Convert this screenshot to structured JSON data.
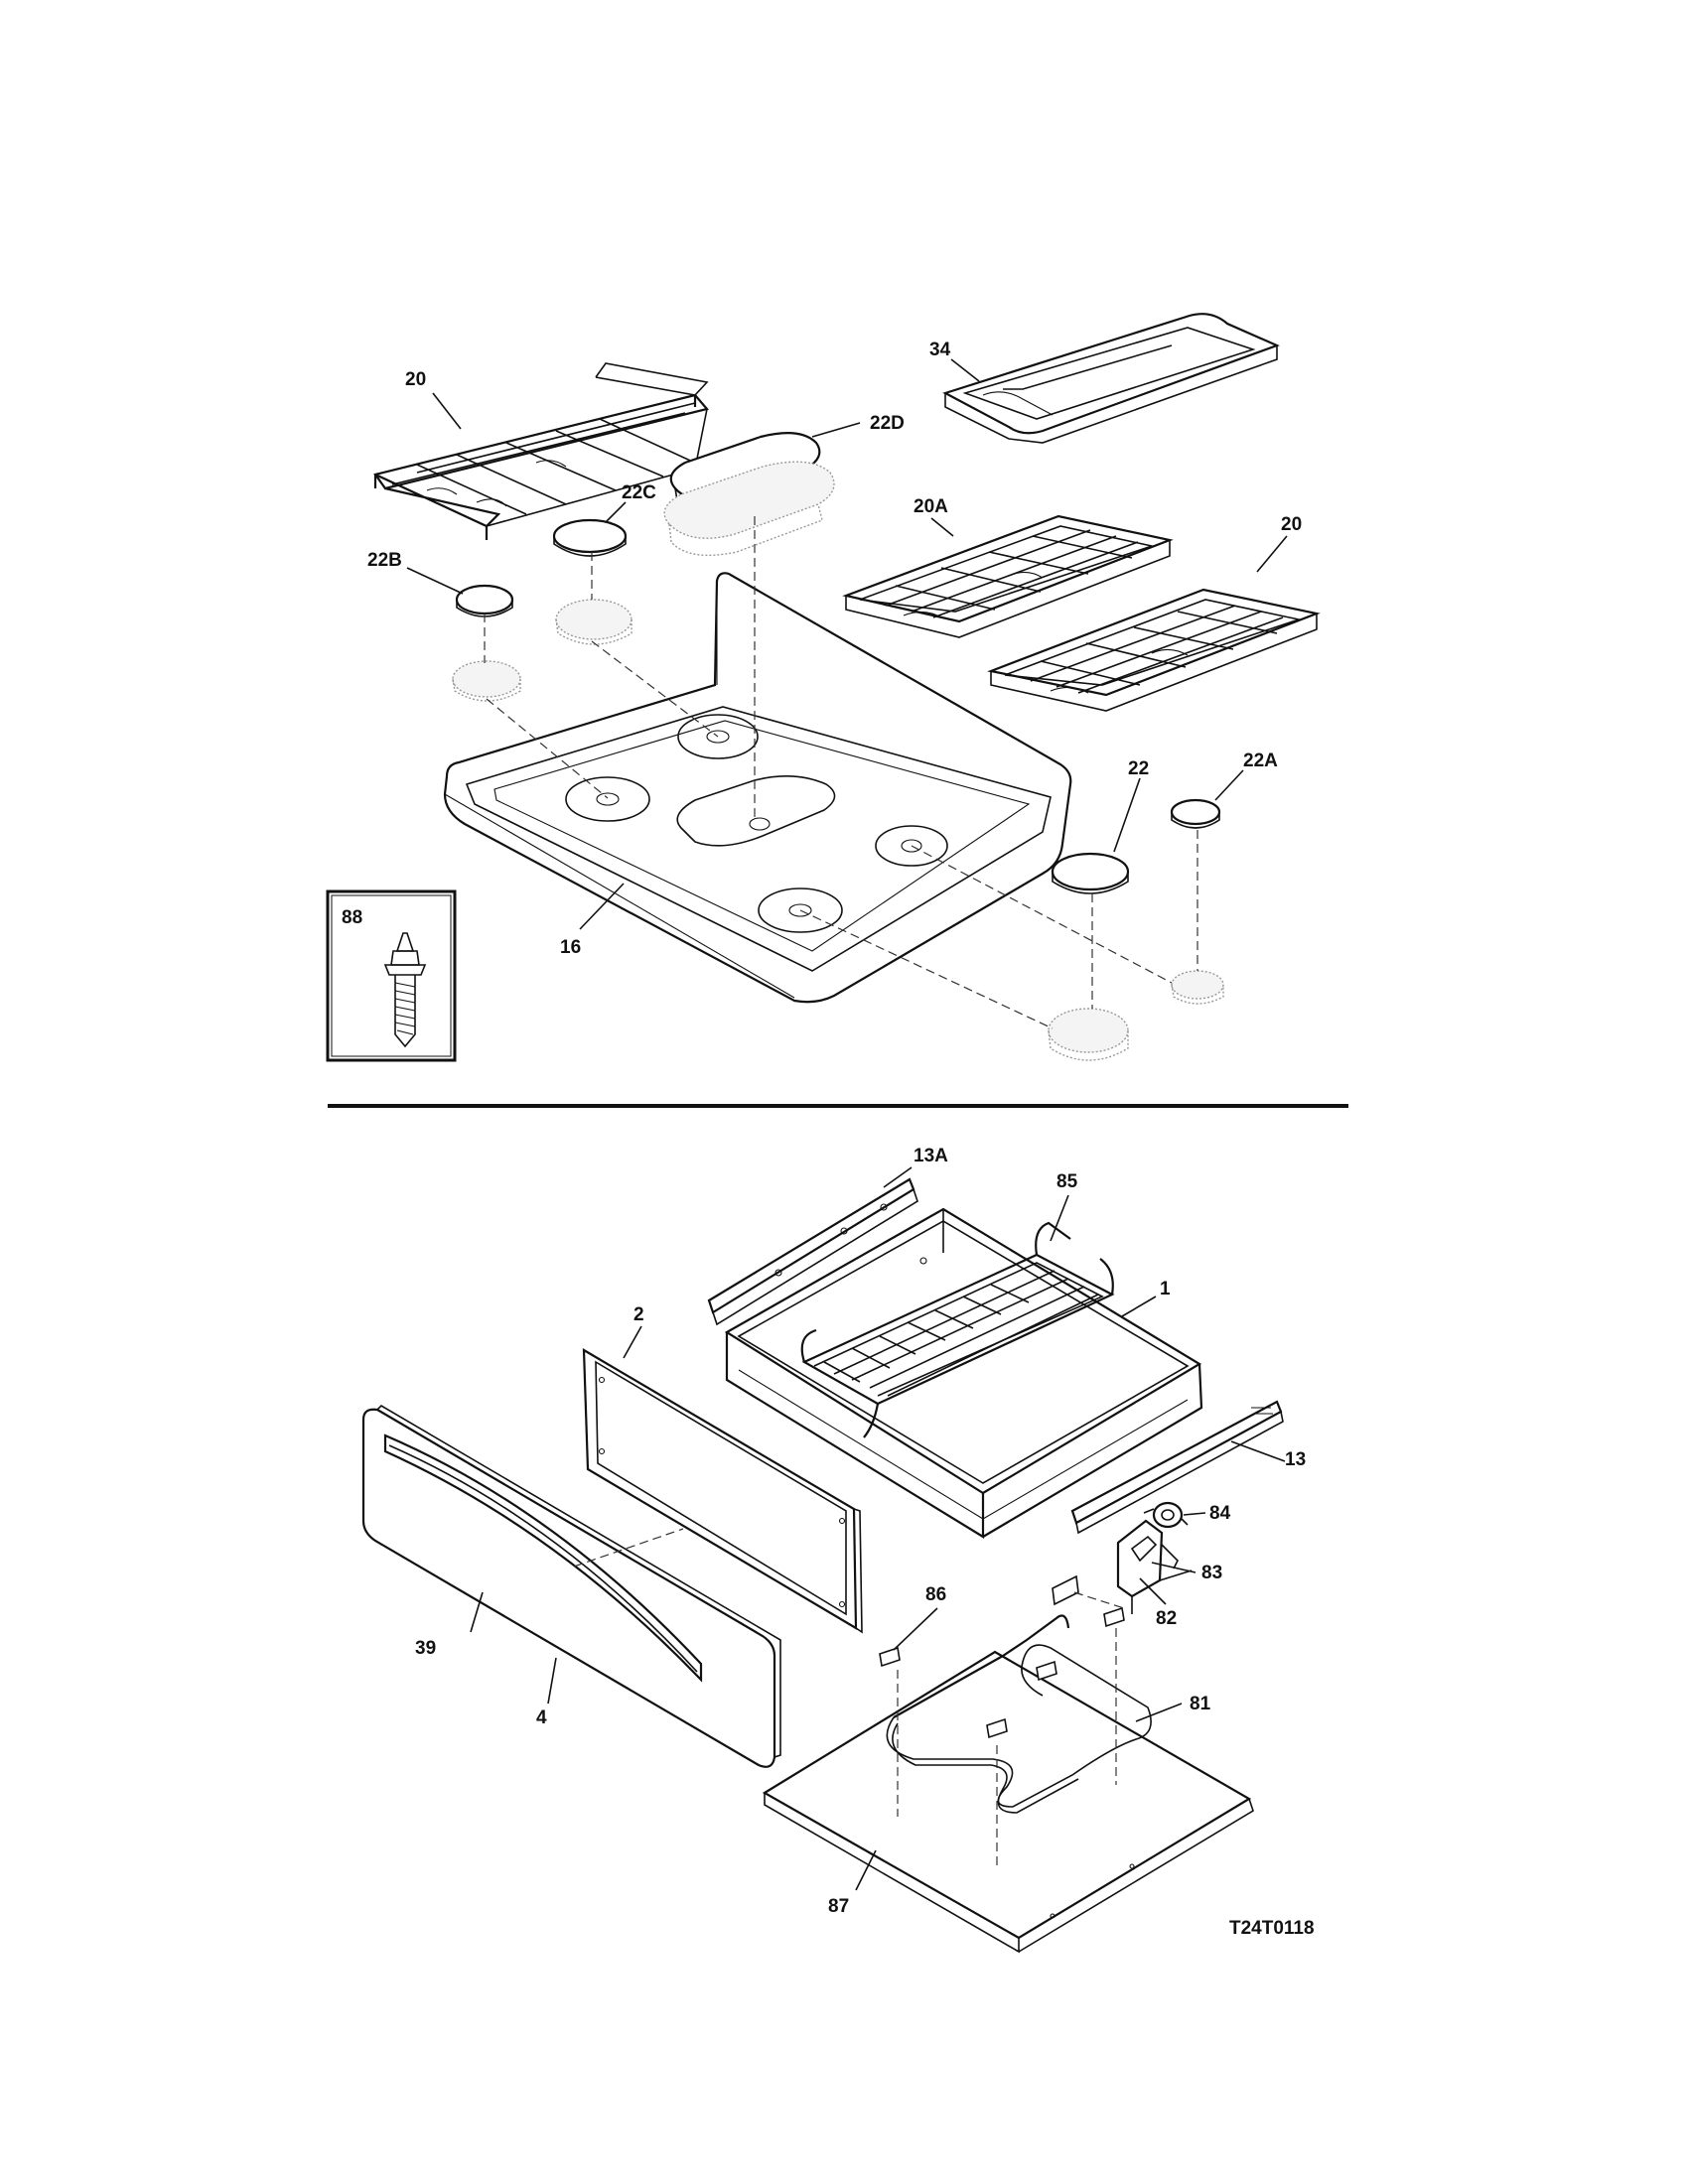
{
  "diagram_code": "T24T0118",
  "callouts": {
    "c20_left": "20",
    "c22d": "22D",
    "c22c": "22C",
    "c22b": "22B",
    "c34": "34",
    "c20a": "20A",
    "c20_right": "20",
    "c22": "22",
    "c22a": "22A",
    "c16": "16",
    "c88": "88",
    "c13a": "13A",
    "c85": "85",
    "c1": "1",
    "c2": "2",
    "c13": "13",
    "c84": "84",
    "c83": "83",
    "c82": "82",
    "c86": "86",
    "c81": "81",
    "c39": "39",
    "c4": "4",
    "c87": "87"
  }
}
